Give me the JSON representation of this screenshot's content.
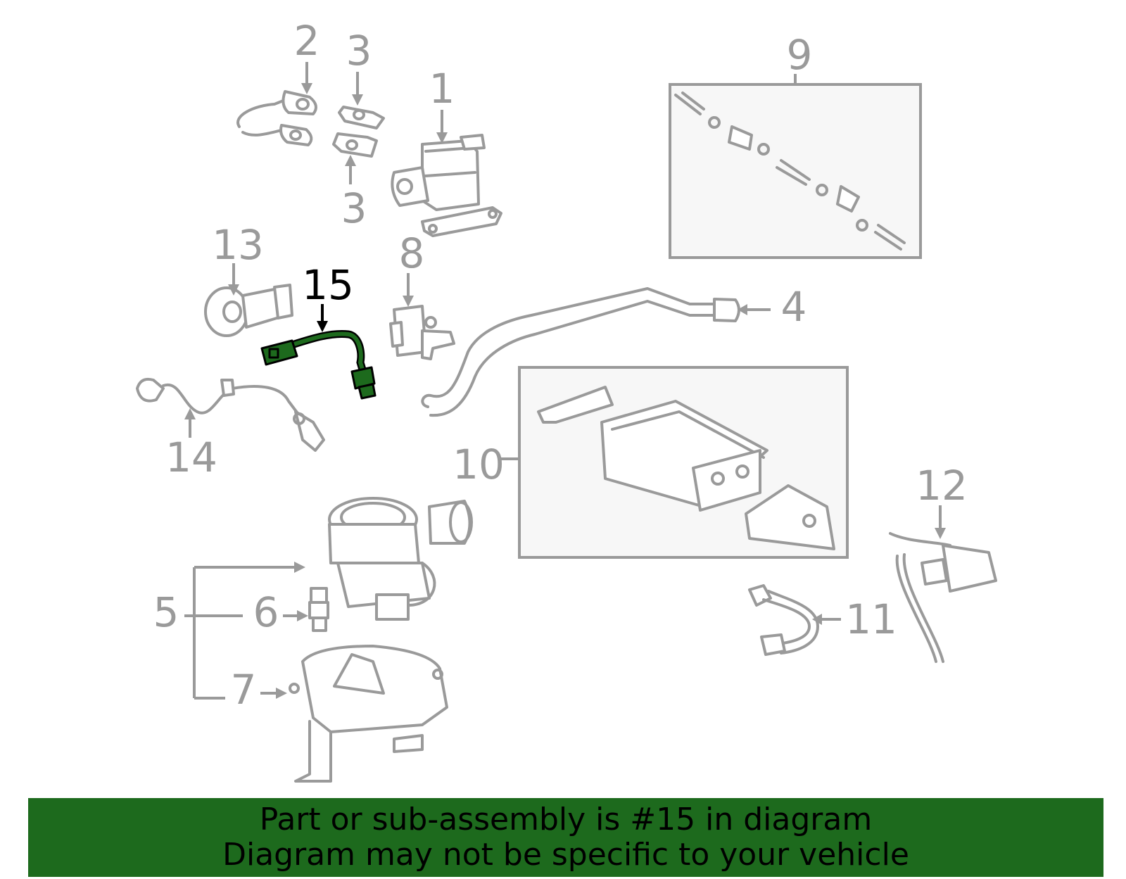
{
  "diagram": {
    "callouts": {
      "c1": "1",
      "c2": "2",
      "c3a": "3",
      "c3b": "3",
      "c4": "4",
      "c5": "5",
      "c6": "6",
      "c7": "7",
      "c8": "8",
      "c9": "9",
      "c10": "10",
      "c11": "11",
      "c12": "12",
      "c13": "13",
      "c14": "14",
      "c15": "15"
    },
    "highlighted_part": "15",
    "colors": {
      "highlight": "#1d6a1d",
      "parts": "#9a9a9a",
      "banner": "#1d6a1d"
    }
  },
  "banner": {
    "line1": "Part or sub-assembly is #15 in diagram",
    "line2": "Diagram may not be specific to your vehicle"
  }
}
